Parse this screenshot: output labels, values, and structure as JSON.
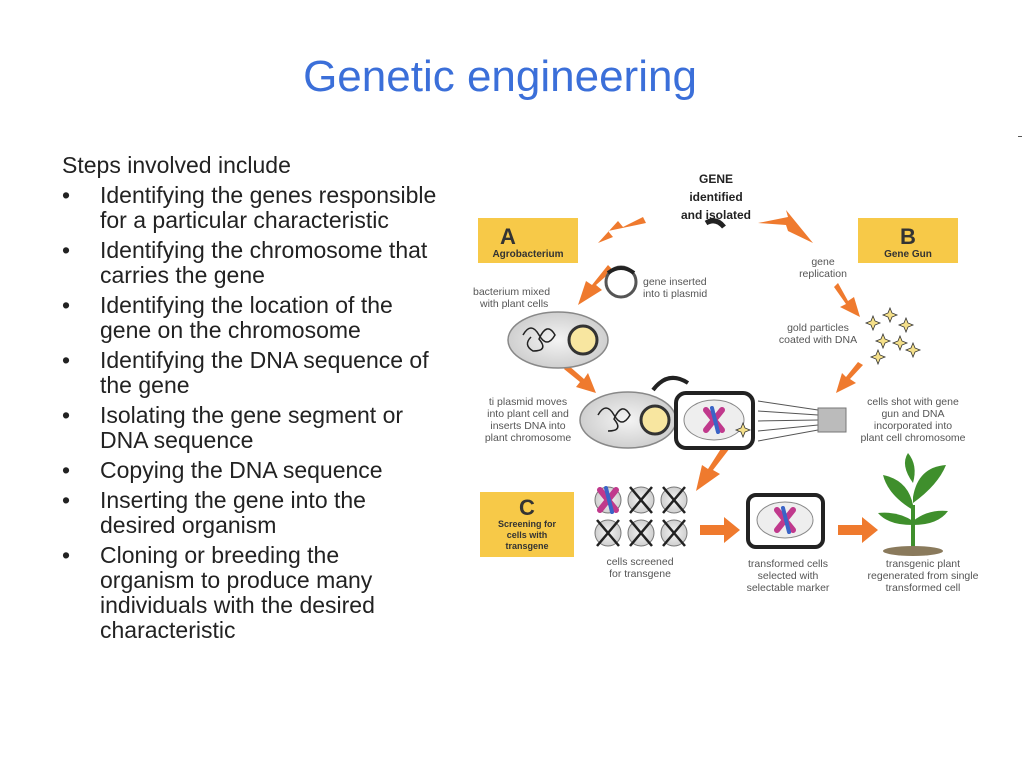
{
  "slide": {
    "title": "Genetic engineering",
    "intro": "Steps involved include",
    "bullet": "•",
    "steps": [
      "Identifying the genes responsible for a particular characteristic",
      "Identifying the chromosome that carries the gene",
      "Identifying the location of the gene on the chromosome",
      "Identifying the DNA sequence of the gene",
      "Isolating the gene segment or DNA sequence",
      "Copying the DNA sequence",
      "Inserting the gene into the desired organism",
      "Cloning or breeding the organism to produce many individuals with the desired characteristic"
    ]
  },
  "diagram": {
    "colors": {
      "arrow": "#ef7a2e",
      "label_box": "#f7c948",
      "text": "#555555",
      "plant": "#3f8f2c"
    },
    "gene_label": [
      "GENE",
      "identified",
      "and isolated"
    ],
    "box_a": {
      "letter": "A",
      "label": "Agrobacterium"
    },
    "box_b": {
      "letter": "B",
      "label": "Gene Gun"
    },
    "box_c": {
      "letter": "C",
      "label": [
        "Screening for",
        "cells with",
        "transgene"
      ]
    },
    "captions": {
      "bacterium_mixed": [
        "bacterium mixed",
        "with plant cells"
      ],
      "gene_inserted": [
        "gene inserted",
        "into ti plasmid"
      ],
      "gene_replication": [
        "gene",
        "replication"
      ],
      "gold_particles": [
        "gold particles",
        "coated with DNA"
      ],
      "ti_plasmid_moves": [
        "ti plasmid moves",
        "into plant cell and",
        "inserts DNA into",
        "plant chromosome"
      ],
      "cells_shot": [
        "cells shot with gene",
        "gun and DNA",
        "incorporated into",
        "plant cell chromosome"
      ],
      "cells_screened": [
        "cells screened",
        "for transgene"
      ],
      "transformed_cells": [
        "transformed cells",
        "selected with",
        "selectable marker"
      ],
      "transgenic_plant": [
        "transgenic plant",
        "regenerated from single",
        "transformed cell"
      ]
    }
  }
}
